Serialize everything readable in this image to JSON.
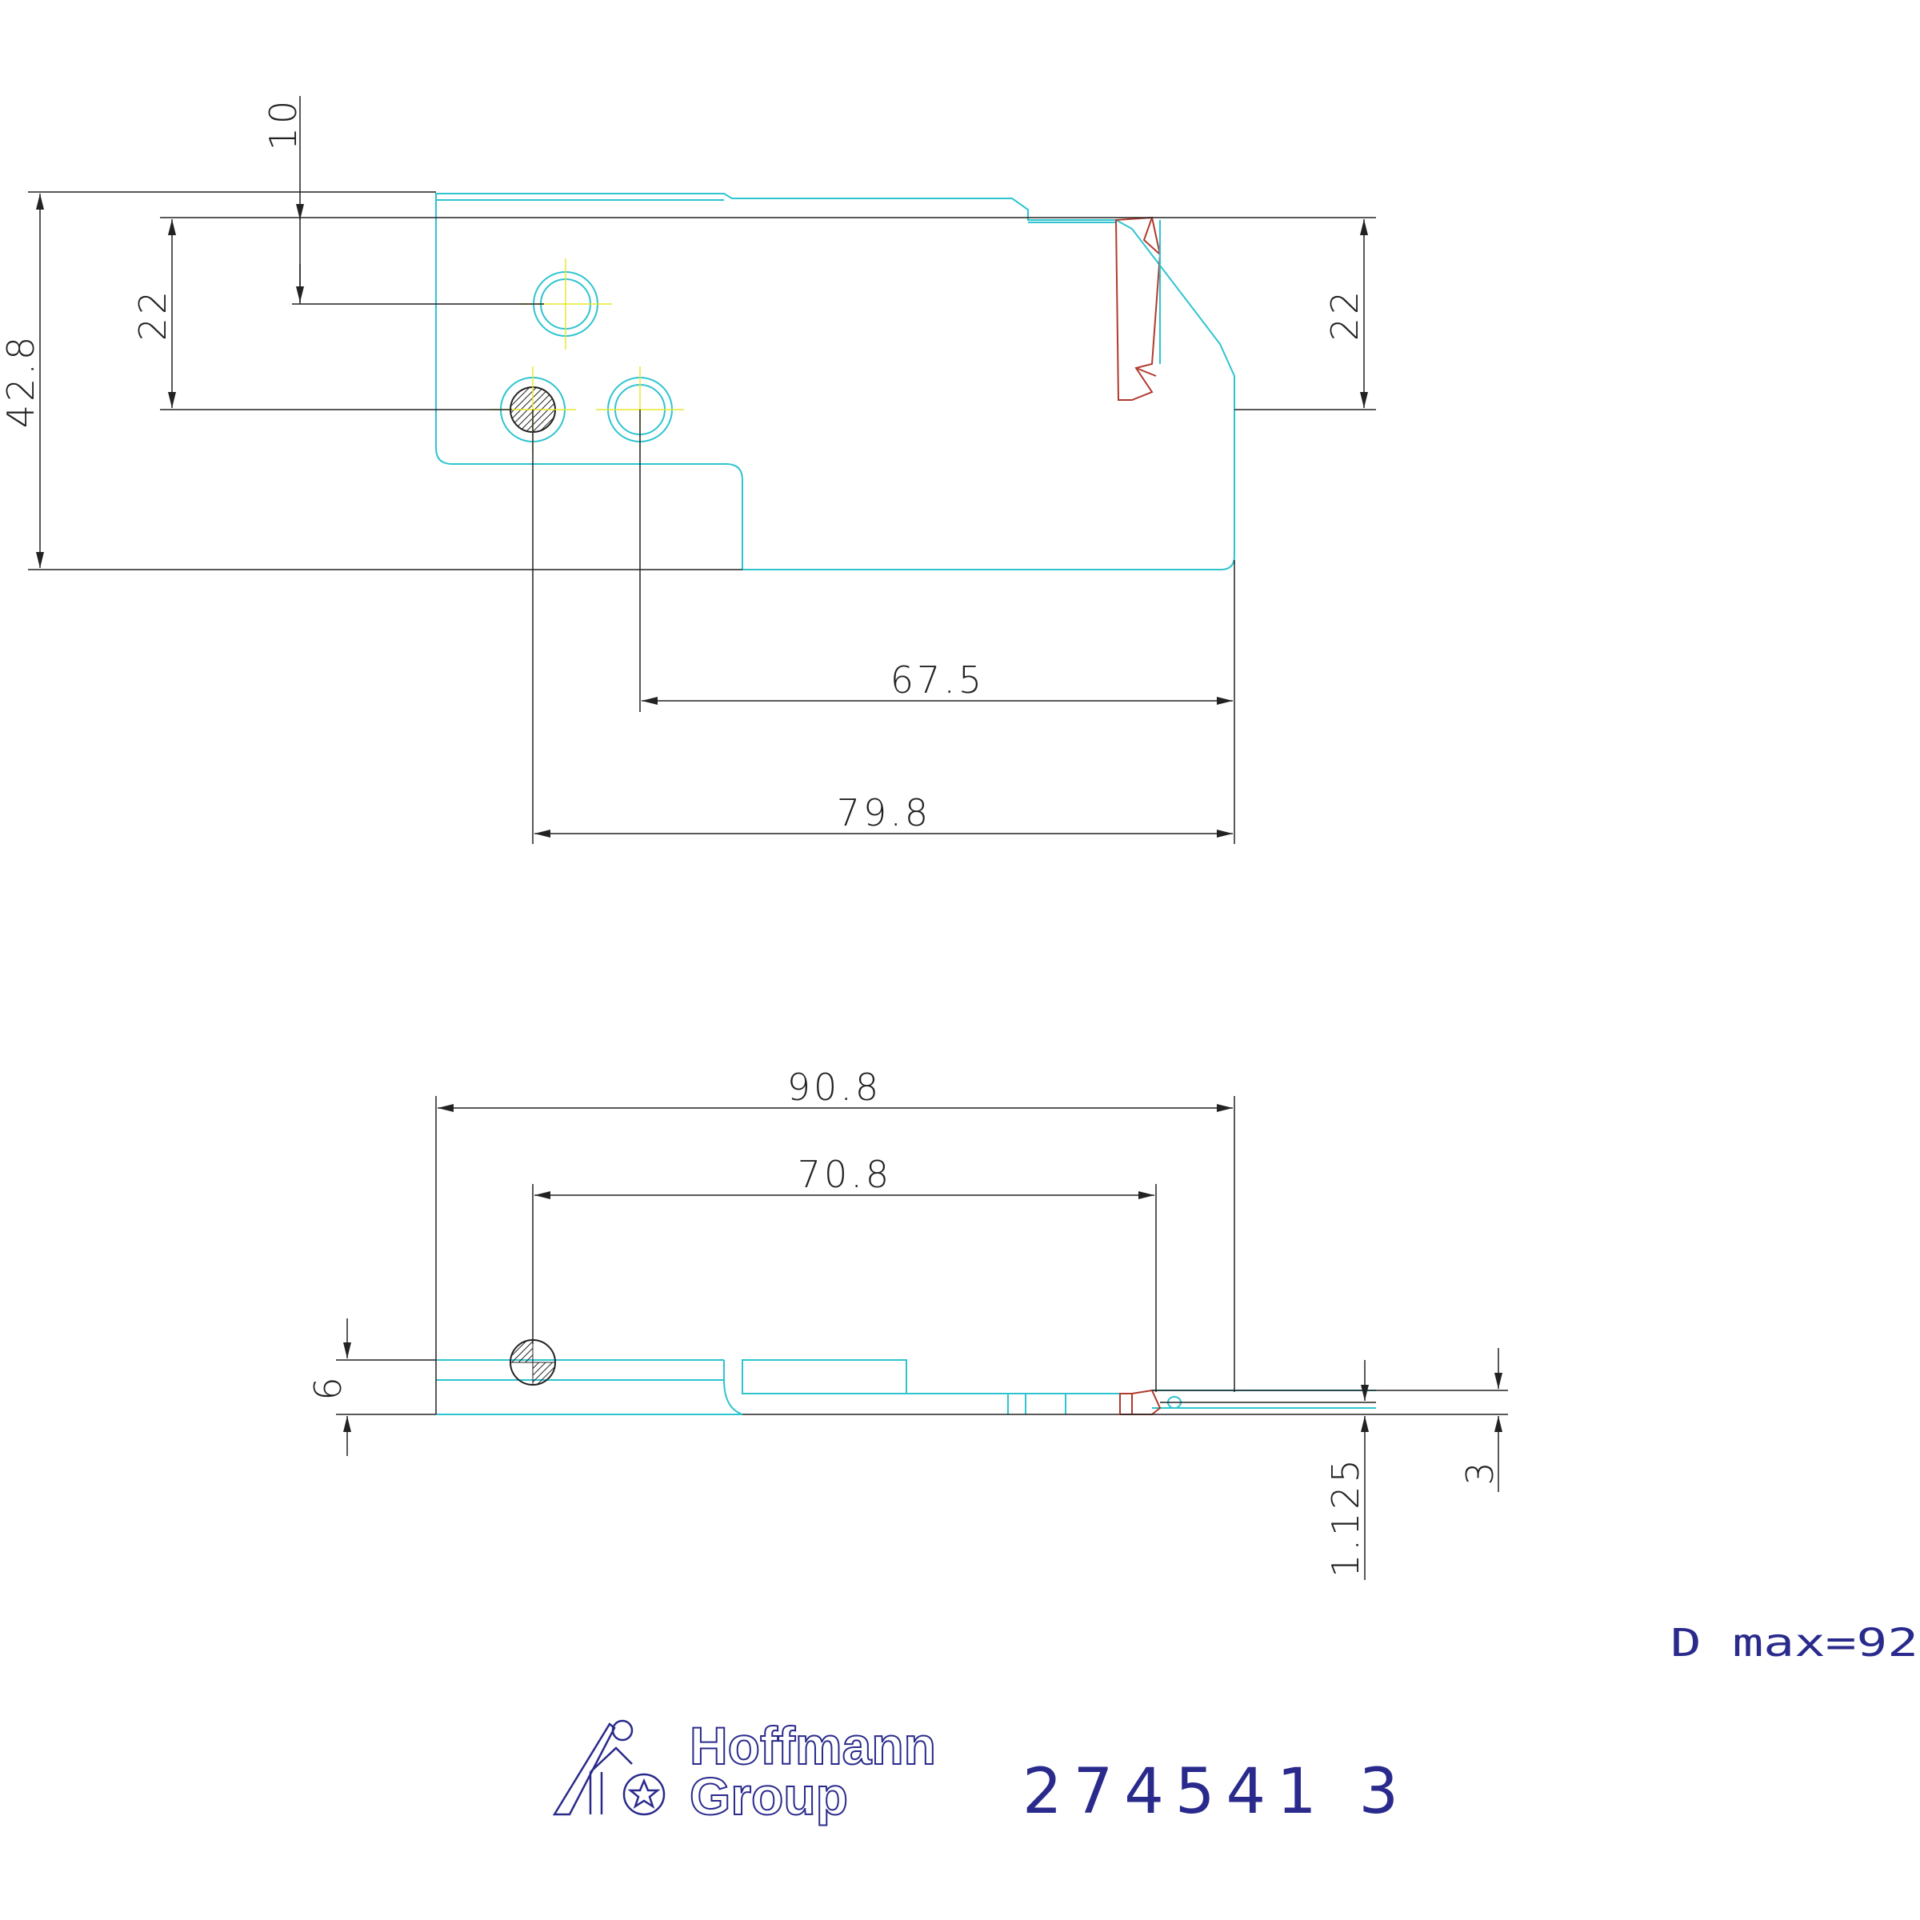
{
  "colors": {
    "part_outline": "#2ec4d0",
    "insert": "#b03a2e",
    "center_mark": "#e8e830",
    "dimension": "#222222",
    "note": "#2a2a8c"
  },
  "dimensions": {
    "top_view": {
      "overall_height": "42.8",
      "hole_offset": "10",
      "hole_spacing": "22",
      "insert_height": "22",
      "hole_to_tip_inner": "67.5",
      "hole_to_tip_outer": "79.8"
    },
    "side_view": {
      "overall_length": "90.8",
      "hole_to_insert": "70.8",
      "body_thickness": "6",
      "insert_offset": "1.125",
      "insert_width": "3"
    }
  },
  "note": "D max=92",
  "brand": {
    "line1": "Hoffmann",
    "line2": "Group"
  },
  "part_number": "274541 3"
}
